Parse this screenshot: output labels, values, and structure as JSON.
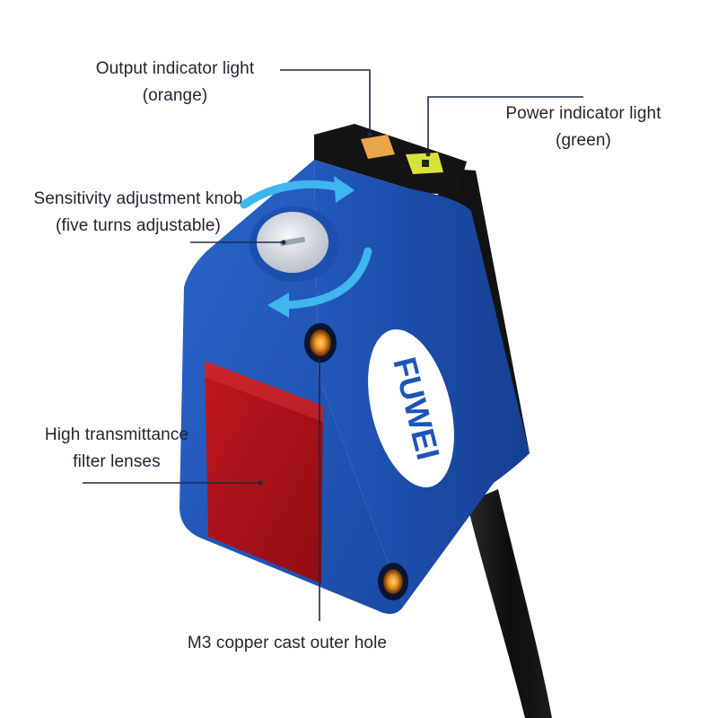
{
  "brand": {
    "logo_text": "FUWEI"
  },
  "callouts": {
    "output_indicator": {
      "line1": "Output indicator light",
      "line2": "(orange)"
    },
    "power_indicator": {
      "line1": "Power indicator light",
      "line2": "(green)"
    },
    "sensitivity_knob": {
      "line1": "Sensitivity adjustment knob",
      "line2": "(five turns adjustable)"
    },
    "filter_lenses": {
      "line1": "High transmittance",
      "line2": "filter lenses"
    },
    "mount_hole": {
      "line1": "M3 copper cast outer hole"
    }
  },
  "colors": {
    "body_blue": "#1f55b8",
    "body_top": "#161616",
    "lens_red": "#b3121b",
    "indicator_orange": "#e8a64a",
    "indicator_green": "#d8e23a",
    "hole_copper": "#e8901d",
    "arrow_cyan": "#3fb6ee",
    "leader_line": "#1f2a44"
  }
}
